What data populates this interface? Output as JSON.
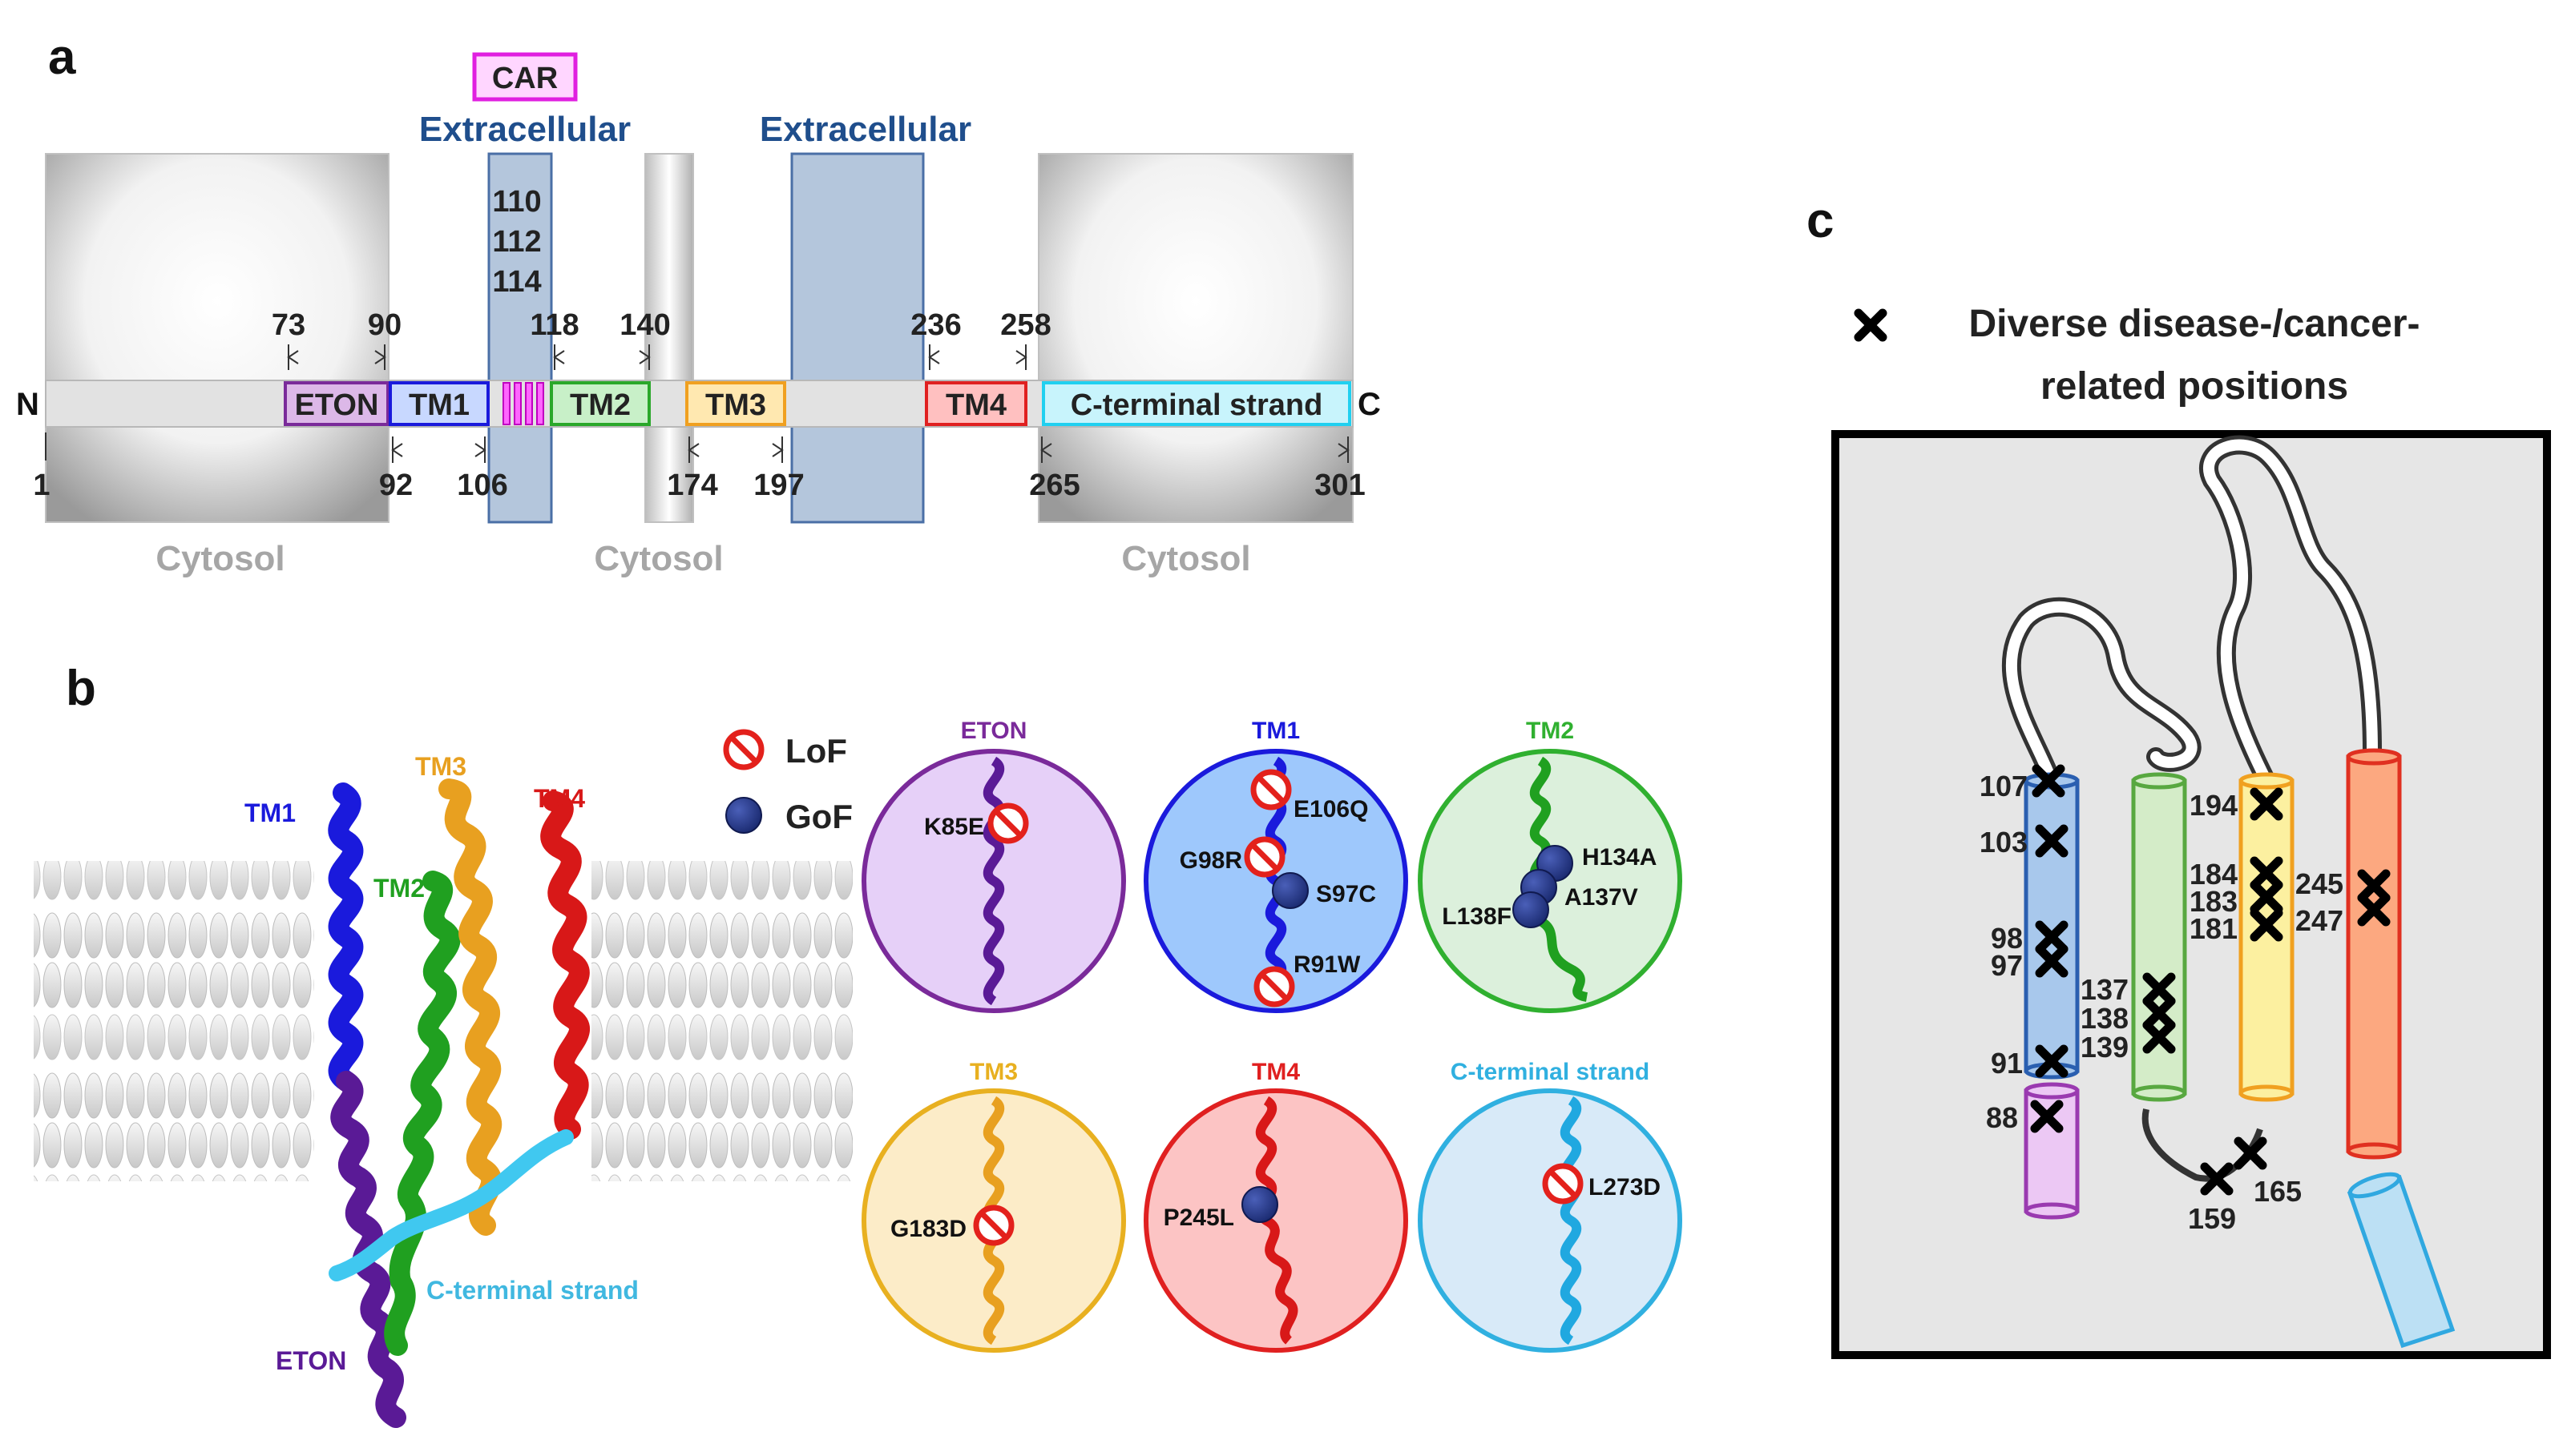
{
  "panels": {
    "a": "a",
    "b": "b",
    "c": "c"
  },
  "panel_a": {
    "car": "CAR",
    "extracellular": "Extracellular",
    "cytosol": "Cytosol",
    "n_term": "N",
    "c_term": "C",
    "segments": {
      "eton": "ETON",
      "tm1": "TM1",
      "tm2": "TM2",
      "tm3": "TM3",
      "tm4": "TM4",
      "ctermstrand": "C-terminal strand"
    },
    "top_positions": [
      "73",
      "90",
      "118",
      "140",
      "236",
      "258"
    ],
    "bottom_positions": [
      "1",
      "92",
      "106",
      "174",
      "197",
      "265",
      "301"
    ],
    "car_positions": [
      "110",
      "112",
      "114"
    ]
  },
  "panel_b": {
    "legend": {
      "lof": "LoF",
      "gof": "GoF"
    },
    "structure_labels": {
      "tm1": "TM1",
      "tm2": "TM2",
      "tm3": "TM3",
      "tm4": "TM4",
      "eton": "ETON",
      "ctermstrand": "C-terminal strand"
    },
    "circles": [
      {
        "title": "ETON",
        "mutations": [
          "K85E"
        ]
      },
      {
        "title": "TM1",
        "mutations": [
          "E106Q",
          "G98R",
          "S97C",
          "R91W"
        ]
      },
      {
        "title": "TM2",
        "mutations": [
          "H134A",
          "A137V",
          "L138F"
        ]
      },
      {
        "title": "TM3",
        "mutations": [
          "G183D"
        ]
      },
      {
        "title": "TM4",
        "mutations": [
          "P245L"
        ]
      },
      {
        "title": "C-terminal strand",
        "mutations": [
          "L273D"
        ]
      }
    ]
  },
  "panel_c": {
    "legend_line1": "Diverse disease-/cancer-",
    "legend_line2": "related positions",
    "tm1_positions": [
      "107",
      "103",
      "98",
      "97",
      "91"
    ],
    "eton_position": "88",
    "tm2_positions": [
      "137",
      "138",
      "139"
    ],
    "loop_positions": [
      "159",
      "165"
    ],
    "tm3_positions": [
      "194",
      "184",
      "183",
      "181"
    ],
    "tm4_positions": [
      "245",
      "247"
    ]
  }
}
